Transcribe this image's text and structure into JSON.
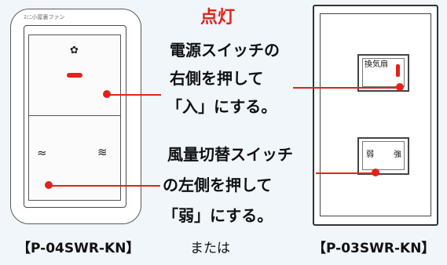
{
  "left_device": {
    "brand_text": "ｽﾐﾆ小屋裏ファン",
    "fan_icon": "fan-icon",
    "wind_icons": [
      "wind-weak-icon",
      "wind-strong-icon"
    ],
    "model_label": "【P-04SWR-KN】"
  },
  "right_device": {
    "upper_switch_label": "換気扇",
    "lower_switch_left": "弱",
    "lower_switch_right": "強",
    "model_label": "【P-03SWR-KN】"
  },
  "header": {
    "title": "点灯"
  },
  "instructions": {
    "power": [
      "電源スイッチの",
      "右側を押して",
      "「入」にする。"
    ],
    "volume": [
      "風量切替スイッチ",
      "の左側を押して",
      "「弱」にする。"
    ]
  },
  "connector_text": "または",
  "colors": {
    "accent_red": "#e2231a",
    "background": "#f0f6fa"
  }
}
